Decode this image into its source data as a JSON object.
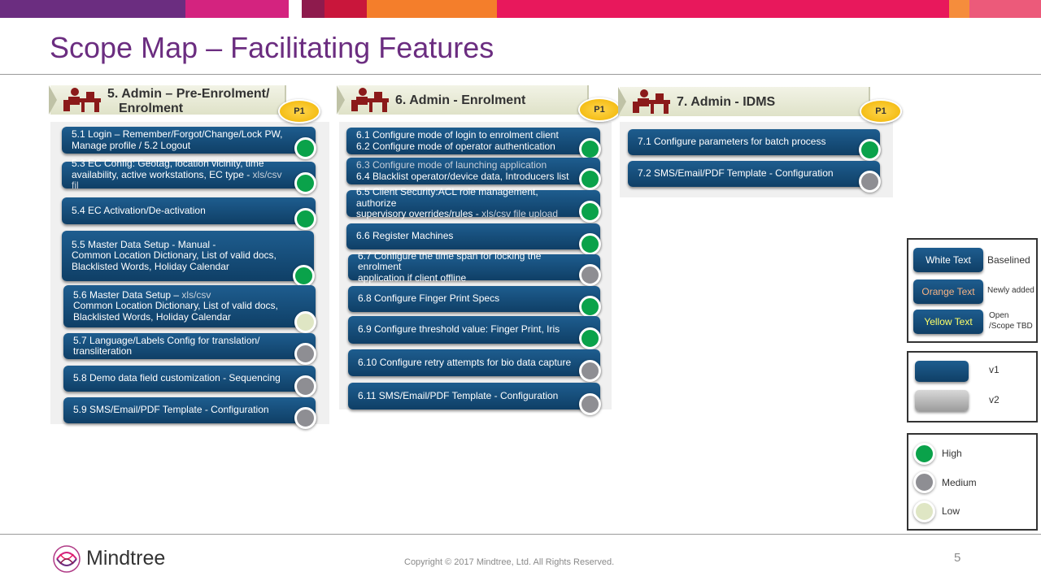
{
  "title": "Scope Map – Facilitating Features",
  "colors": {
    "accent": "#6b2d80",
    "button": "#13466f",
    "high": "#0aa24a",
    "medium": "#8e8e93",
    "low": "#dfe6c4",
    "priority": "#f7c21a"
  },
  "sections": [
    {
      "header_line1": "5. Admin – Pre-Enrolment/",
      "header_line2": "Enrolment",
      "priority": "P1",
      "items": [
        {
          "text": "5.1 Login – Remember/Forgot/Change/Lock PW,\nManage profile / 5.2 Logout",
          "suffix": "",
          "priority_level": "high"
        },
        {
          "text": "5.3 EC Config: Geotag, location vicinity,  time\navailability, active workstations, EC type - ",
          "suffix": "xls/csv fil",
          "priority_level": "high"
        },
        {
          "text": "5.4 EC Activation/De-activation",
          "suffix": "",
          "priority_level": "high"
        },
        {
          "text": "5.5 Master Data Setup - Manual -\nCommon Location Dictionary, List of valid docs,\nBlacklisted Words, Holiday Calendar",
          "suffix": "",
          "priority_level": "high"
        },
        {
          "text": "5.6 Master Data Setup – ",
          "suffix": "xls/csv",
          "after": "\nCommon Location Dictionary, List of valid docs,\nBlacklisted Words, Holiday Calendar",
          "priority_level": "low"
        },
        {
          "text": "5.7 Language/Labels Config for translation/\ntransliteration",
          "suffix": "",
          "priority_level": "medium"
        },
        {
          "text": "5.8 Demo data field customization - Sequencing",
          "suffix": "",
          "priority_level": "medium"
        },
        {
          "text": "5.9 SMS/Email/PDF Template - Configuration",
          "suffix": "",
          "priority_level": "medium"
        }
      ]
    },
    {
      "header_line1": "6. Admin - Enrolment",
      "priority": "P1",
      "items": [
        {
          "text": "6.1 Configure mode of login to enrolment client\n6.2 Configure mode of operator authentication",
          "suffix": "",
          "priority_level": "high"
        },
        {
          "text": "",
          "prefix_grey": "6.3 Configure mode of launching application",
          "after": "\n6.4 Blacklist operator/device data, Introducers list",
          "priority_level": "high"
        },
        {
          "text": "6.5 Client Security:ACL role management, authorize\nsupervisory overrides/rules - ",
          "suffix": "xls/csv file upload",
          "priority_level": "high"
        },
        {
          "text": "6.6 Register Machines",
          "suffix": "",
          "priority_level": "high"
        },
        {
          "text": "6.7 Configure the time span for locking the enrolment\napplication if client offline",
          "suffix": "",
          "priority_level": "medium"
        },
        {
          "text": "6.8 Configure Finger Print Specs",
          "suffix": "",
          "priority_level": "high"
        },
        {
          "text": "6.9 Configure threshold value: Finger Print, Iris",
          "suffix": "",
          "priority_level": "high"
        },
        {
          "text": "6.10 Configure retry attempts for bio data capture",
          "suffix": "",
          "priority_level": "medium"
        },
        {
          "text": "6.11 SMS/Email/PDF Template - Configuration",
          "suffix": "",
          "priority_level": "medium"
        }
      ]
    },
    {
      "header_line1": "7. Admin - IDMS",
      "priority": "P1",
      "items": [
        {
          "text": "7.1 Configure parameters for batch process",
          "suffix": "",
          "priority_level": "high"
        },
        {
          "text": "7.2 SMS/Email/PDF Template - Configuration",
          "suffix": "",
          "priority_level": "medium"
        }
      ]
    }
  ],
  "legend_text": {
    "white_text": "White Text",
    "white_desc": "Baselined",
    "orange_text": "Orange Text",
    "orange_desc": "Newly added",
    "yellow_text": "Yellow Text",
    "yellow_desc": "Open\n/Scope TBD"
  },
  "legend_version": {
    "v1": "v1",
    "v2": "v2"
  },
  "legend_priority": {
    "high": "High",
    "medium": "Medium",
    "low": "Low"
  },
  "footer": {
    "brand": "Mindtree",
    "copyright": "Copyright © 2017 Mindtree, Ltd. All Rights Reserved.",
    "page": "5"
  }
}
